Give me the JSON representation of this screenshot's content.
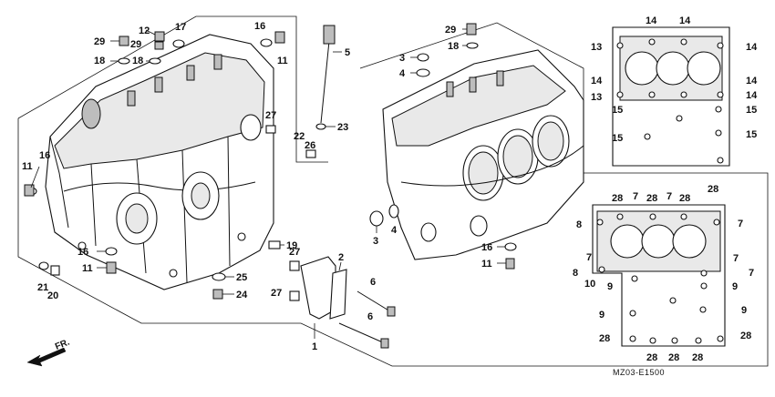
{
  "diagram_code": "MZ03-E1500",
  "direction_label": "FR.",
  "callouts": [
    {
      "id": "c29a",
      "text": "29"
    },
    {
      "id": "c12",
      "text": "12"
    },
    {
      "id": "c17",
      "text": "17"
    },
    {
      "id": "c29b",
      "text": "29"
    },
    {
      "id": "c18a",
      "text": "18"
    },
    {
      "id": "c18b",
      "text": "18"
    },
    {
      "id": "c16a",
      "text": "16"
    },
    {
      "id": "c11a",
      "text": "11"
    },
    {
      "id": "c5",
      "text": "5"
    },
    {
      "id": "c23",
      "text": "23"
    },
    {
      "id": "c22",
      "text": "22"
    },
    {
      "id": "c26",
      "text": "26"
    },
    {
      "id": "c27a",
      "text": "27"
    },
    {
      "id": "c16b",
      "text": "16"
    },
    {
      "id": "c11b",
      "text": "11"
    },
    {
      "id": "c16c",
      "text": "16"
    },
    {
      "id": "c11c",
      "text": "11"
    },
    {
      "id": "c19",
      "text": "19"
    },
    {
      "id": "c21",
      "text": "21"
    },
    {
      "id": "c20",
      "text": "20"
    },
    {
      "id": "c25",
      "text": "25"
    },
    {
      "id": "c24",
      "text": "24"
    },
    {
      "id": "c27b",
      "text": "27"
    },
    {
      "id": "c27c",
      "text": "27"
    },
    {
      "id": "c2",
      "text": "2"
    },
    {
      "id": "c6a",
      "text": "6"
    },
    {
      "id": "c6b",
      "text": "6"
    },
    {
      "id": "c1",
      "text": "1"
    },
    {
      "id": "c3a",
      "text": "3"
    },
    {
      "id": "c4a",
      "text": "4"
    },
    {
      "id": "c29c",
      "text": "29"
    },
    {
      "id": "c18c",
      "text": "18"
    },
    {
      "id": "c3b",
      "text": "3"
    },
    {
      "id": "c4b",
      "text": "4"
    },
    {
      "id": "c16d",
      "text": "16"
    },
    {
      "id": "c11d",
      "text": "11"
    },
    {
      "id": "c14a",
      "text": "14"
    },
    {
      "id": "c14b",
      "text": "14"
    },
    {
      "id": "c13a",
      "text": "13"
    },
    {
      "id": "c14c",
      "text": "14"
    },
    {
      "id": "c14d",
      "text": "14"
    },
    {
      "id": "c14e",
      "text": "14"
    },
    {
      "id": "c13b",
      "text": "13"
    },
    {
      "id": "c14f",
      "text": "14"
    },
    {
      "id": "c15a",
      "text": "15"
    },
    {
      "id": "c15b",
      "text": "15"
    },
    {
      "id": "c15c",
      "text": "15"
    },
    {
      "id": "c15d",
      "text": "15"
    },
    {
      "id": "c28a",
      "text": "28"
    },
    {
      "id": "c7a",
      "text": "7"
    },
    {
      "id": "c28b",
      "text": "28"
    },
    {
      "id": "c7b",
      "text": "7"
    },
    {
      "id": "c28c",
      "text": "28"
    },
    {
      "id": "c28d",
      "text": "28"
    },
    {
      "id": "c8a",
      "text": "8"
    },
    {
      "id": "c7c",
      "text": "7"
    },
    {
      "id": "c7d",
      "text": "7"
    },
    {
      "id": "c7e",
      "text": "7"
    },
    {
      "id": "c8b",
      "text": "8"
    },
    {
      "id": "c7f",
      "text": "7"
    },
    {
      "id": "c10",
      "text": "10"
    },
    {
      "id": "c9a",
      "text": "9"
    },
    {
      "id": "c9b",
      "text": "9"
    },
    {
      "id": "c9c",
      "text": "9"
    },
    {
      "id": "c9d",
      "text": "9"
    },
    {
      "id": "c28e",
      "text": "28"
    },
    {
      "id": "c28f",
      "text": "28"
    },
    {
      "id": "c28g",
      "text": "28"
    },
    {
      "id": "c28h",
      "text": "28"
    },
    {
      "id": "c28i",
      "text": "28"
    }
  ]
}
